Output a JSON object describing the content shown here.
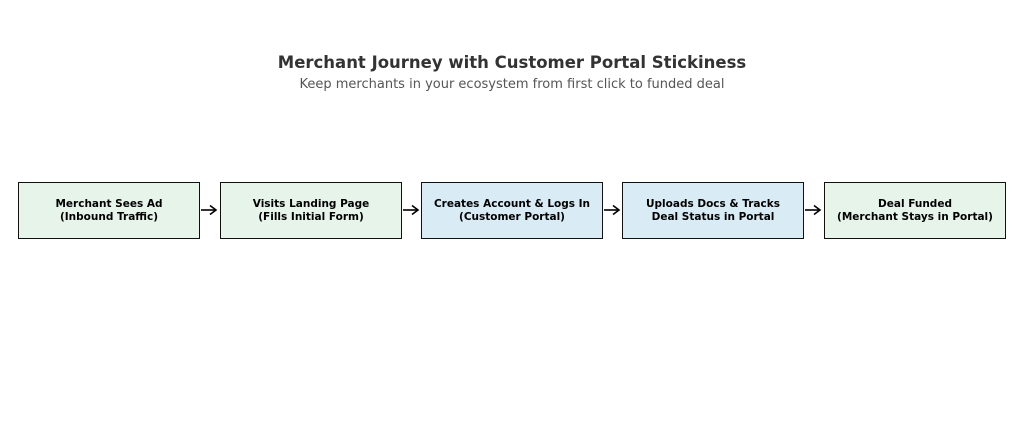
{
  "header": {
    "title": "Merchant Journey with Customer Portal Stickiness",
    "subtitle": "Keep merchants in your ecosystem from first click to funded deal"
  },
  "colors": {
    "green_fill": "#e6f4ea",
    "blue_fill": "#d9ebf5",
    "border": "#111111"
  },
  "steps": [
    {
      "line1": "Merchant Sees Ad",
      "line2": "(Inbound Traffic)",
      "color": "green"
    },
    {
      "line1": "Visits Landing Page",
      "line2": "(Fills Initial Form)",
      "color": "green"
    },
    {
      "line1": "Creates Account & Logs In",
      "line2": "(Customer Portal)",
      "color": "blue"
    },
    {
      "line1": "Uploads Docs & Tracks",
      "line2": "Deal Status in Portal",
      "color": "blue"
    },
    {
      "line1": "Deal Funded",
      "line2": "(Merchant Stays in Portal)",
      "color": "green"
    }
  ]
}
